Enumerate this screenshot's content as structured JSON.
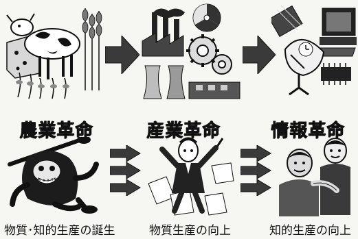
{
  "titles": {
    "agri": "農業革命",
    "industrial": "産業革命",
    "information": "情報革命"
  },
  "captions": {
    "agri": "物質･知的生産の誕生",
    "industrial": "物質生産の向上",
    "information": "知的生産の向上"
  },
  "icons": {
    "agri_top": "farm-cow-icon",
    "industrial_top": "factory-icon",
    "information_top": "computer-satellite-icon",
    "agri_bottom": "caveman-icon",
    "industrial_bottom": "office-worker-icon",
    "information_bottom": "people-pair-icon",
    "arrow_single": "arrow-right-icon",
    "arrow_triple": "triple-arrow-right-icon"
  },
  "colors": {
    "ink": "#111111",
    "gray": "#6e6e6e",
    "light": "#c9c9c9",
    "paper": "#f6f6f3"
  }
}
